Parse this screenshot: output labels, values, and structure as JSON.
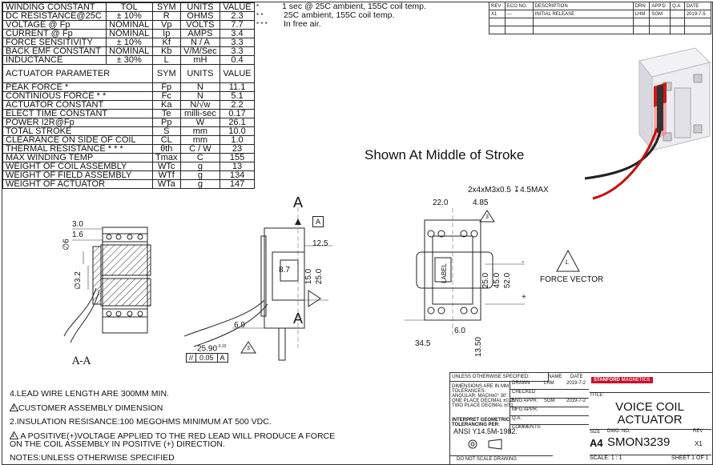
{
  "spec_table_top": {
    "headers": [
      "WINDING CONSTANT",
      "TOL",
      "SYM",
      "UNITS",
      "VALUE"
    ],
    "rows": [
      [
        "DC RESISTANCE@25C",
        "± 10%",
        "R",
        "OHMS",
        "2.3"
      ],
      [
        "VOLTAGE @ Fp",
        "NOMINAL",
        "Vp",
        "VOLTS",
        "7.7"
      ],
      [
        "CURRENT @ Fp",
        "NOMINAL",
        "Ip",
        "AMPS",
        "3.4"
      ],
      [
        "FORCE SENSITIVITY",
        "± 10%",
        "Kf",
        "N / A",
        "3.3"
      ],
      [
        "BACK EMF CONSTANT",
        "NOMINAL",
        "Kb",
        "V/M/Sec",
        "3.3"
      ],
      [
        "INDUCTANCE",
        "± 30%",
        "L",
        "mH",
        "0.4"
      ]
    ]
  },
  "spec_table_bottom": {
    "headers": [
      "ACTUATOR PARAMETER",
      "SYM",
      "UNITS",
      "VALUE"
    ],
    "rows": [
      [
        "PEAK FORCE     *",
        "Fp",
        "N",
        "11.1"
      ],
      [
        "CONTINIOUS FORCE    * *",
        "Fc",
        "N",
        "5.1"
      ],
      [
        "ACTUATOR CONSTANT",
        "Ka",
        "N/√w",
        "2.2"
      ],
      [
        "ELECT TIME CONSTANT",
        "Te",
        "milli-sec",
        "0.17"
      ],
      [
        "POWER I2R@Fp",
        "Pp",
        "W",
        "26.1"
      ],
      [
        "TOTAL STROKE",
        "S",
        "mm",
        "10.0"
      ],
      [
        "CLEARANCE ON SIDE OF COIL",
        "CL",
        "mm",
        "1.0"
      ],
      [
        "THERMAL RESISTANCE * * *",
        "θth",
        "C / W",
        "23"
      ],
      [
        "MAX WINDING TEMP",
        "Tmax",
        "C",
        "155"
      ],
      [
        "WEIGHT OF COIL ASSEMBLY",
        "WTc",
        "g",
        "13"
      ],
      [
        "WEIGHT OF FIELD ASSEMBLY",
        "WTf",
        "g",
        "134"
      ],
      [
        "WEIGHT OF ACTUATOR",
        "WTa",
        "g",
        "147"
      ]
    ]
  },
  "footnotes": {
    "marks": [
      "*",
      "* *",
      "* * *"
    ],
    "lines": [
      "1 sec @ 25C ambient, 155C coil temp.",
      "25C ambient, 155C coil temp.",
      "In free air."
    ]
  },
  "revision_block": {
    "headers": [
      "REV",
      "ECO NO.",
      "DESCRIPTION",
      "DRN",
      "APP'D",
      "Q.A",
      "DATE"
    ],
    "row": [
      "X1",
      "---",
      "INITIAL RELEASE",
      "LHM",
      "SGM",
      "",
      "2019-7-5"
    ]
  },
  "caption_middle_stroke": "Shown At Middle of Stroke",
  "force_vector": {
    "label": "FORCE VECTOR",
    "mark": "1."
  },
  "notes": [
    "4.LEAD WIRE LENGTH ARE 300MM MIN.",
    "CUSTOMER ASSEMBLY DIMENSION",
    "2.INSULATION RESISANCE:100 MEGOHMS MINIMUM AT 500 VDC.",
    "A POSITIVE(+)VOLTAGE APPLIED TO THE RED LEAD WILL PRODUCE A FORCE",
    "ON THE COIL ASSEMBLY IN POSITIVE (+) DIRECTION.",
    "NOTES:UNLESS OTHERWISE SPECIFIED"
  ],
  "note_marks": {
    "customer": "3",
    "positive": "1"
  },
  "section_label": "A-A",
  "section_marker": "A",
  "datum": "A",
  "dimensions": {
    "left_view": [
      "3.0",
      "1.6",
      "∅6",
      "∅3.2"
    ],
    "side_view": [
      "12.5",
      "8.7",
      "15.0",
      "25.0",
      "6.9",
      "25.90",
      "-0.10",
      "//",
      "0.05",
      "A",
      "3"
    ],
    "front_view": [
      "2x4xM3x0.5",
      "4.5MAX",
      "22.0",
      "4.85",
      "3",
      "25.0",
      "45.0",
      "52.0",
      "6.0",
      "34.5",
      "13.50",
      "LABEL",
      "+",
      "-"
    ]
  },
  "title_block": {
    "unless": "UNLESS OTHERWISE SPECIFIED:",
    "name_hdr": "NAME",
    "date_hdr": "DATE",
    "brand_a": "STANFORD",
    "brand_b": "MAGNETICS",
    "dims_text": [
      "DIMENSIONS ARE IN MM",
      "TOLERANCES:",
      "ANGULAR: MACH±0° 30'",
      "ONE PLACE DECIMAL  ±0.25",
      "TWO PLACE DECIMAL  ±0.1"
    ],
    "roles": [
      [
        "DRAWN",
        "LHM",
        "2019-7-2"
      ],
      [
        "CHECKED",
        "",
        ""
      ],
      [
        "ENG APPR.",
        "SGM",
        "2019-7-2"
      ],
      [
        "MFG APPR.",
        "",
        ""
      ],
      [
        "Q.A.",
        "",
        ""
      ],
      [
        "COMMENTS:",
        "",
        ""
      ]
    ],
    "interpret": [
      "INTERPRET GEOMETRIC",
      "TOLERANCING PER:"
    ],
    "ansi": "ANSI Y14.5M-1982.",
    "title_label": "TITLE:",
    "title_line1": "VOICE COIL",
    "title_line2": "ACTUATOR",
    "size_label": "SIZE",
    "size": "A4",
    "dwg_label": "DWG.  NO.",
    "dwg_no": "SMON3239",
    "rev_label": "REV",
    "rev": "X1",
    "scale": "SCALE: 1 : 1",
    "sheet": "SHEET 1 OF 1",
    "dns": "DO NOT SCALE DRAWING"
  }
}
